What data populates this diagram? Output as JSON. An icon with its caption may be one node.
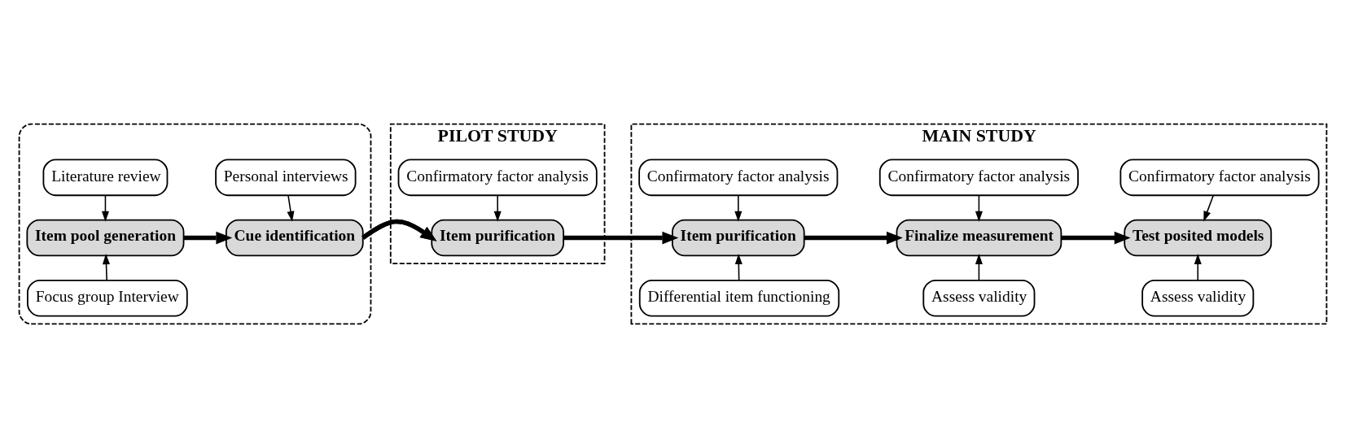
{
  "diagram": {
    "nodes": [
      {
        "text": [],
        "shape": "box"
      },
      {
        "text": [
          "Literature review"
        ],
        "in": 0
      },
      {
        "text": [
          "Personal interviews"
        ],
        "in": 0
      },
      {
        "text": [
          "Item pool generation"
        ],
        "in": 0
      },
      {
        "text": [
          "Cue identification"
        ],
        "in": 0
      },
      {
        "text": [
          "Focus group Interview"
        ],
        "in": 0
      },
      {
        "text": [
          "PILOT STUDY"
        ]
      },
      {
        "text": [
          "Confirmatory factor analysis"
        ],
        "in": 6
      },
      {
        "text": [
          "Item purification"
        ],
        "in": 6
      },
      {
        "text": [
          "MAIN STUDY"
        ]
      },
      {
        "text": [
          "Confirmatory factor analysis"
        ],
        "in": 9
      },
      {
        "text": [
          "Confirmatory factor analysis"
        ],
        "in": 9
      },
      {
        "text": [
          "Confirmatory factor analysis"
        ],
        "in": 9
      },
      {
        "text": [
          "Item purification"
        ],
        "in": 9
      },
      {
        "text": [
          "Finalize measurement"
        ],
        "in": 9
      },
      {
        "text": [
          "Test posited models"
        ],
        "in": 9
      },
      {
        "text": [
          "Differential item functioning"
        ],
        "in": 9
      },
      {
        "text": [
          "Assess validity"
        ],
        "in": 9
      },
      {
        "text": [
          "Assess validity"
        ],
        "in": 9
      }
    ],
    "edges": [
      {
        "from": 1,
        "to": 3,
        "arrow": "to"
      },
      {
        "from": 5,
        "to": 3,
        "arrow": "to"
      },
      {
        "from": 2,
        "to": 4,
        "arrow": "to"
      },
      {
        "from": 3,
        "to": 4,
        "arrow": "to",
        "style": "thick"
      },
      {
        "from": 4,
        "to": 8,
        "arrow": "to",
        "style": "thick"
      },
      {
        "from": 7,
        "to": 8,
        "arrow": "to"
      },
      {
        "from": 8,
        "to": 13,
        "arrow": "to",
        "style": "thick"
      },
      {
        "from": 10,
        "to": 13,
        "arrow": "to"
      },
      {
        "from": 16,
        "to": 13,
        "arrow": "to"
      },
      {
        "from": 13,
        "to": 14,
        "arrow": "to",
        "style": "thick"
      },
      {
        "from": 11,
        "to": 14,
        "arrow": "to"
      },
      {
        "from": 17,
        "to": 14,
        "arrow": "to"
      },
      {
        "from": 14,
        "to": 15,
        "arrow": "to",
        "style": "thick"
      },
      {
        "from": 12,
        "to": 15,
        "arrow": "to"
      },
      {
        "from": 18,
        "to": 15,
        "arrow": "to"
      }
    ]
  }
}
